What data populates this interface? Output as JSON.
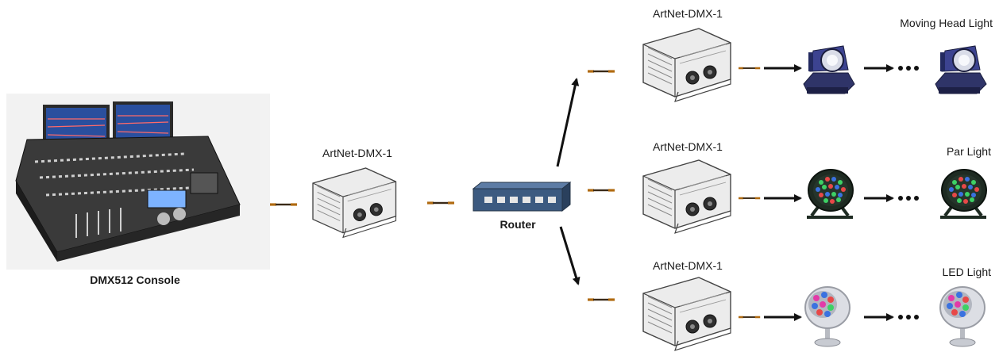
{
  "labels": {
    "console": "DMX512 Console",
    "main_converter": "ArtNet-DMX-1",
    "router": "Router",
    "branch_converter_1": "ArtNet-DMX-1",
    "branch_converter_2": "ArtNet-DMX-1",
    "branch_converter_3": "ArtNet-DMX-1",
    "moving_head_light": "Moving Head Light",
    "par_light": "Par Light",
    "led_light": "LED Light"
  },
  "colors": {
    "arrow": "#111111",
    "cable": "#3a2a18",
    "cable_end": "#b06a10",
    "device_body": "#e8e8e8",
    "device_outline": "#444444",
    "router_body": "#3c5a80",
    "moving_head_body": "#3a3f7a",
    "par_body": "#1e2b22",
    "led_body": "#d7d9de"
  },
  "icons": {
    "console": "lighting-console-icon",
    "converter": "artnet-dmx-box-icon",
    "router": "network-switch-icon",
    "moving_head": "moving-head-light-icon",
    "par": "par-light-icon",
    "led": "led-spot-light-icon",
    "ellipsis": "ellipsis-icon"
  }
}
